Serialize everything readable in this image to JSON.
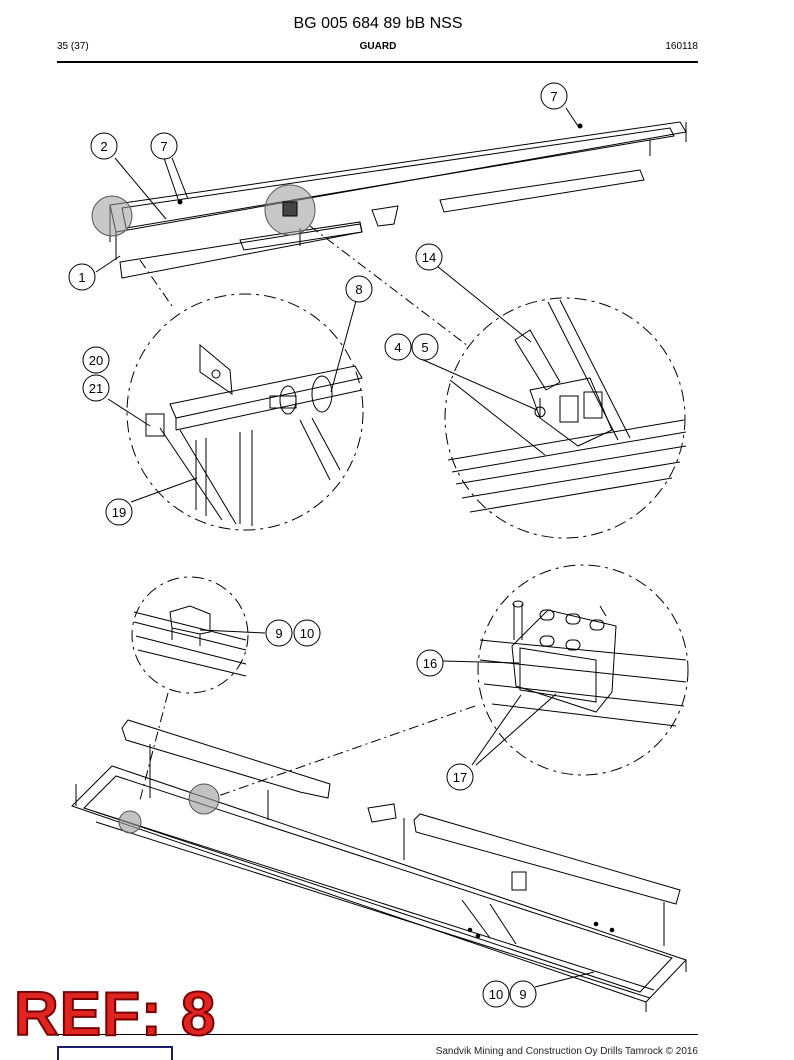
{
  "header": {
    "doc_number": "BG 005 684 89 bB NSS",
    "page": "35 (37)",
    "section": "GUARD",
    "date": "160118"
  },
  "callouts": {
    "c1": "1",
    "c2": "2",
    "c7a": "7",
    "c7b": "7",
    "c14": "14",
    "c8": "8",
    "c4": "4",
    "c5": "5",
    "c20": "20",
    "c21": "21",
    "c19": "19",
    "c9a": "9",
    "c10a": "10",
    "c16": "16",
    "c17": "17",
    "c10b": "10",
    "c9b": "9"
  },
  "ref_stamp": "REF: 8",
  "footer": {
    "copyright": "Sandvik Mining and Construction Oy Drills Tamrock © 2016"
  },
  "colors": {
    "ref_stamp": "#e0241f",
    "line": "#000000",
    "highlight": "#9a9a9a"
  }
}
